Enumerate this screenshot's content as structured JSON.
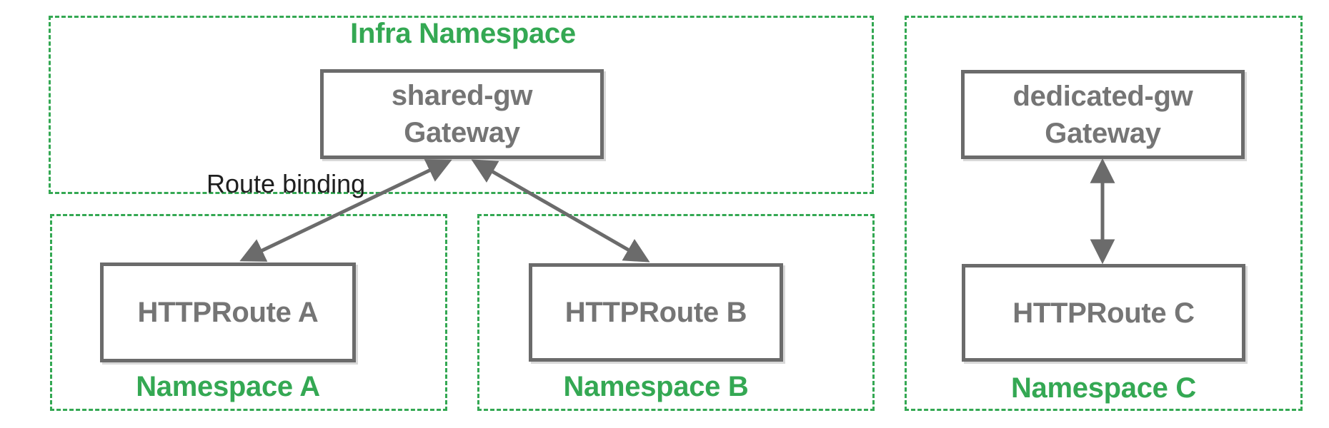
{
  "diagram": {
    "annotations": {
      "route_binding": "Route binding"
    },
    "namespaces": {
      "infra": {
        "label": "Infra Namespace"
      },
      "a": {
        "label": "Namespace A"
      },
      "b": {
        "label": "Namespace B"
      },
      "c": {
        "label": "Namespace C"
      }
    },
    "nodes": {
      "shared_gw": {
        "line1": "shared-gw",
        "line2": "Gateway"
      },
      "dedicated_gw": {
        "line1": "dedicated-gw",
        "line2": "Gateway"
      },
      "route_a": {
        "label": "HTTPRoute A"
      },
      "route_b": {
        "label": "HTTPRoute B"
      },
      "route_c": {
        "label": "HTTPRoute C"
      }
    },
    "edges": [
      {
        "name": "shared-gw to HTTPRoute A",
        "style": "double-arrow"
      },
      {
        "name": "shared-gw to HTTPRoute B",
        "style": "double-arrow"
      },
      {
        "name": "dedicated-gw to HTTPRoute C",
        "style": "double-arrow"
      }
    ],
    "colors": {
      "namespace_border": "#34a853",
      "namespace_label": "#34a853",
      "node_border": "#6b6b6b",
      "node_text": "#757575",
      "arrow": "#6b6b6b",
      "annotation_text": "#1f1f1f",
      "background": "#ffffff"
    }
  }
}
